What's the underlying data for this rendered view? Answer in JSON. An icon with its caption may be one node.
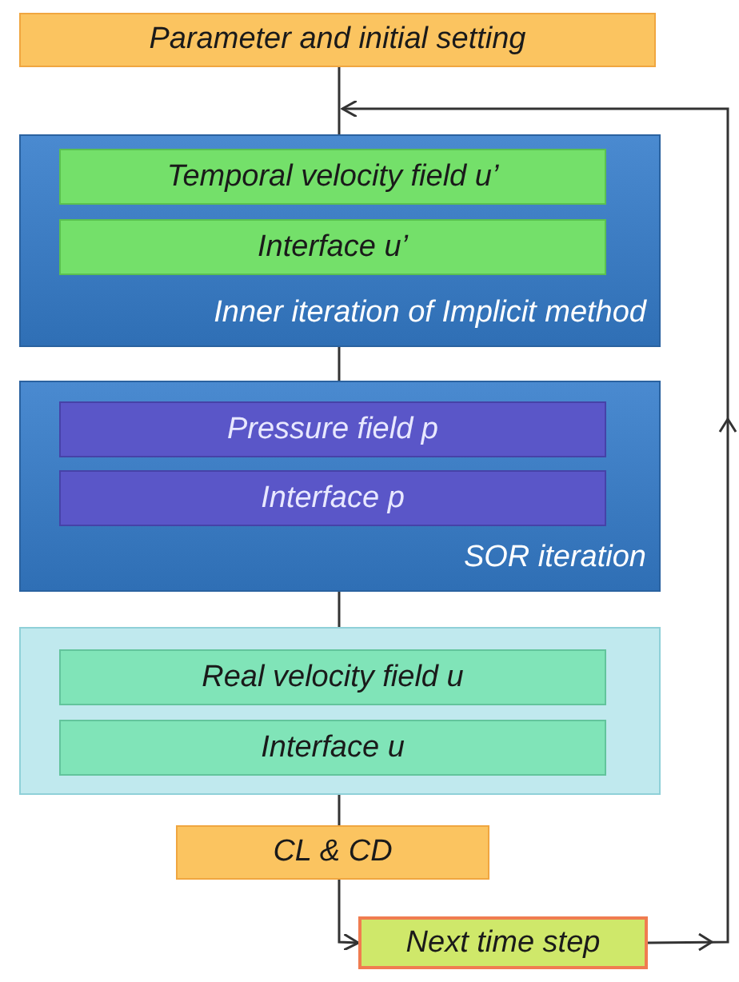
{
  "diagram": {
    "nodes": [
      {
        "text": [
          "Parameter and initial setting"
        ]
      },
      {
        "text": [
          "Inner iteration of Implicit method"
        ]
      },
      {
        "text": [
          "Temporal velocity field u’"
        ],
        "in": 1
      },
      {
        "text": [
          "Interface u’"
        ],
        "in": 1
      },
      {
        "text": [
          "SOR iteration"
        ]
      },
      {
        "text": [
          "Pressure field p"
        ],
        "in": 4
      },
      {
        "text": [
          "Interface p"
        ],
        "in": 4
      },
      {
        "text": [],
        "shape": "box"
      },
      {
        "text": [
          "Real velocity field u"
        ],
        "in": 7
      },
      {
        "text": [
          "Interface u"
        ],
        "in": 7
      },
      {
        "text": [
          "CL & CD"
        ]
      },
      {
        "text": [
          "Next time step"
        ]
      }
    ],
    "edges": [
      {
        "from": 0,
        "to": 1,
        "arrow": "none"
      },
      {
        "from": 1,
        "to": 4,
        "arrow": "none"
      },
      {
        "from": 4,
        "to": 7,
        "arrow": "none"
      },
      {
        "from": 7,
        "to": 10,
        "arrow": "none"
      },
      {
        "from": 10,
        "to": 11,
        "arrow": "to"
      },
      {
        "from": 11,
        "to": 1,
        "arrow": "to"
      }
    ]
  }
}
